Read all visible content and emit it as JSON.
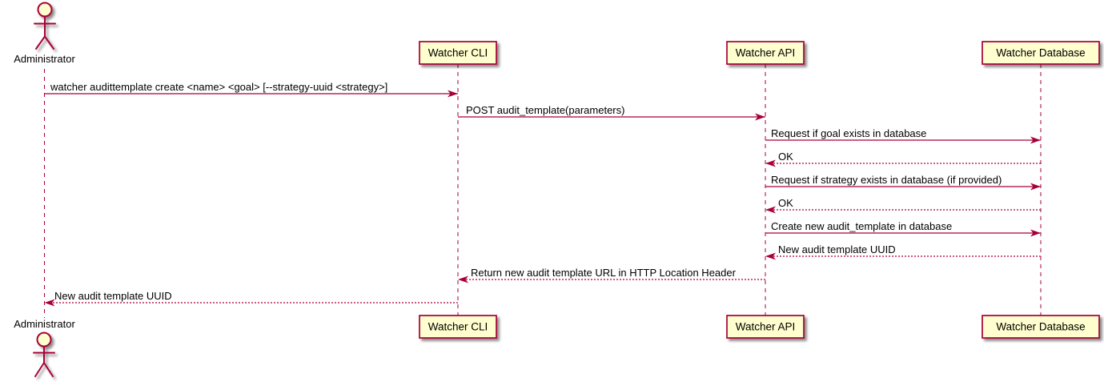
{
  "diagram": {
    "type": "sequence-diagram",
    "actor": {
      "name": "Administrator"
    },
    "participants": [
      {
        "name": "Watcher CLI"
      },
      {
        "name": "Watcher API"
      },
      {
        "name": "Watcher Database"
      }
    ],
    "messages": [
      {
        "from": "Administrator",
        "to": "Watcher CLI",
        "line": "solid",
        "text": "watcher audittemplate create <name> <goal> [--strategy-uuid <strategy>]"
      },
      {
        "from": "Watcher CLI",
        "to": "Watcher API",
        "line": "solid",
        "text": "POST audit_template(parameters)"
      },
      {
        "from": "Watcher API",
        "to": "Watcher Database",
        "line": "solid",
        "text": "Request if goal exists in database"
      },
      {
        "from": "Watcher Database",
        "to": "Watcher API",
        "line": "dashed",
        "text": "OK"
      },
      {
        "from": "Watcher API",
        "to": "Watcher Database",
        "line": "solid",
        "text": "Request if strategy exists in database (if provided)"
      },
      {
        "from": "Watcher Database",
        "to": "Watcher API",
        "line": "dashed",
        "text": "OK"
      },
      {
        "from": "Watcher API",
        "to": "Watcher Database",
        "line": "solid",
        "text": "Create new audit_template in database"
      },
      {
        "from": "Watcher Database",
        "to": "Watcher API",
        "line": "dashed",
        "text": "New audit template UUID"
      },
      {
        "from": "Watcher API",
        "to": "Watcher CLI",
        "line": "dashed",
        "text": "Return new audit template URL in HTTP Location Header"
      },
      {
        "from": "Watcher CLI",
        "to": "Administrator",
        "line": "dashed",
        "text": "New audit template UUID"
      }
    ],
    "colors": {
      "accent": "#A80036",
      "participant_fill": "#FEFECE",
      "text_color": "#000000",
      "background": "#FFFFFF"
    }
  }
}
